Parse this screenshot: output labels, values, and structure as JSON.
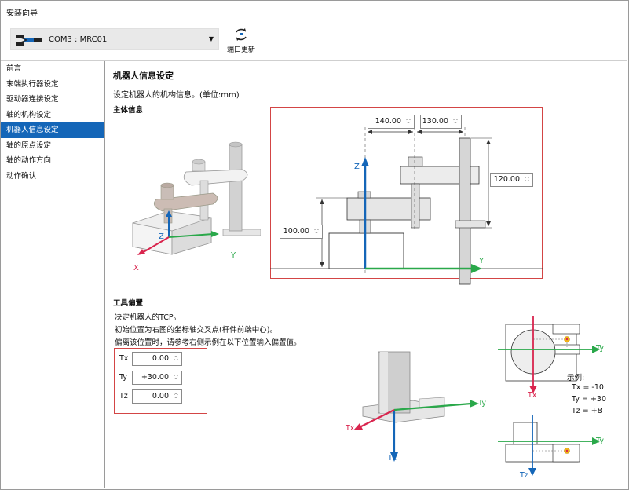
{
  "window": {
    "title": "安装向导"
  },
  "toolbar": {
    "port_value": "COM3 : MRC01",
    "refresh_label": "端口更新"
  },
  "sidebar": {
    "items": [
      {
        "label": "前言"
      },
      {
        "label": "末端执行器设定"
      },
      {
        "label": "驱动器连接设定"
      },
      {
        "label": "轴的机构设定"
      },
      {
        "label": "机器人信息设定"
      },
      {
        "label": "轴的原点设定"
      },
      {
        "label": "轴的动作方向"
      },
      {
        "label": "动作确认"
      }
    ],
    "active_index": 4
  },
  "main": {
    "title": "机器人信息设定",
    "description": "设定机器人的机构信息。(单位:mm)",
    "body_section": {
      "title": "主体信息",
      "arm1_length": "140.00",
      "arm2_length": "130.00",
      "stroke": "120.00",
      "base_height": "100.00",
      "axis_z": "Z",
      "axis_y": "Y",
      "axis_x": "X"
    },
    "tool_section": {
      "title": "工具偏置",
      "line1": "决定机器人的TCP。",
      "line2": "初始位置为右图的坐标轴交叉点(杆件前端中心)。",
      "line3": "偏离该位置时，请参考右侧示例在以下位置输入偏置值。",
      "tx_label": "Tx",
      "tx_value": "0.00",
      "ty_label": "Ty",
      "ty_value": "+30.00",
      "tz_label": "Tz",
      "tz_value": "0.00",
      "axis_tx": "Tx",
      "axis_ty": "Ty",
      "axis_tz": "Tz",
      "example_title": "示例:",
      "example_tx": "Tx = -10",
      "example_ty": "Ty = +30",
      "example_tz": "Tz = +8"
    }
  },
  "colors": {
    "accent": "#1466b8",
    "highlight_border": "#d34545",
    "axis_green": "#2aa84a",
    "axis_blue": "#1466b8",
    "axis_red": "#d9254e"
  }
}
